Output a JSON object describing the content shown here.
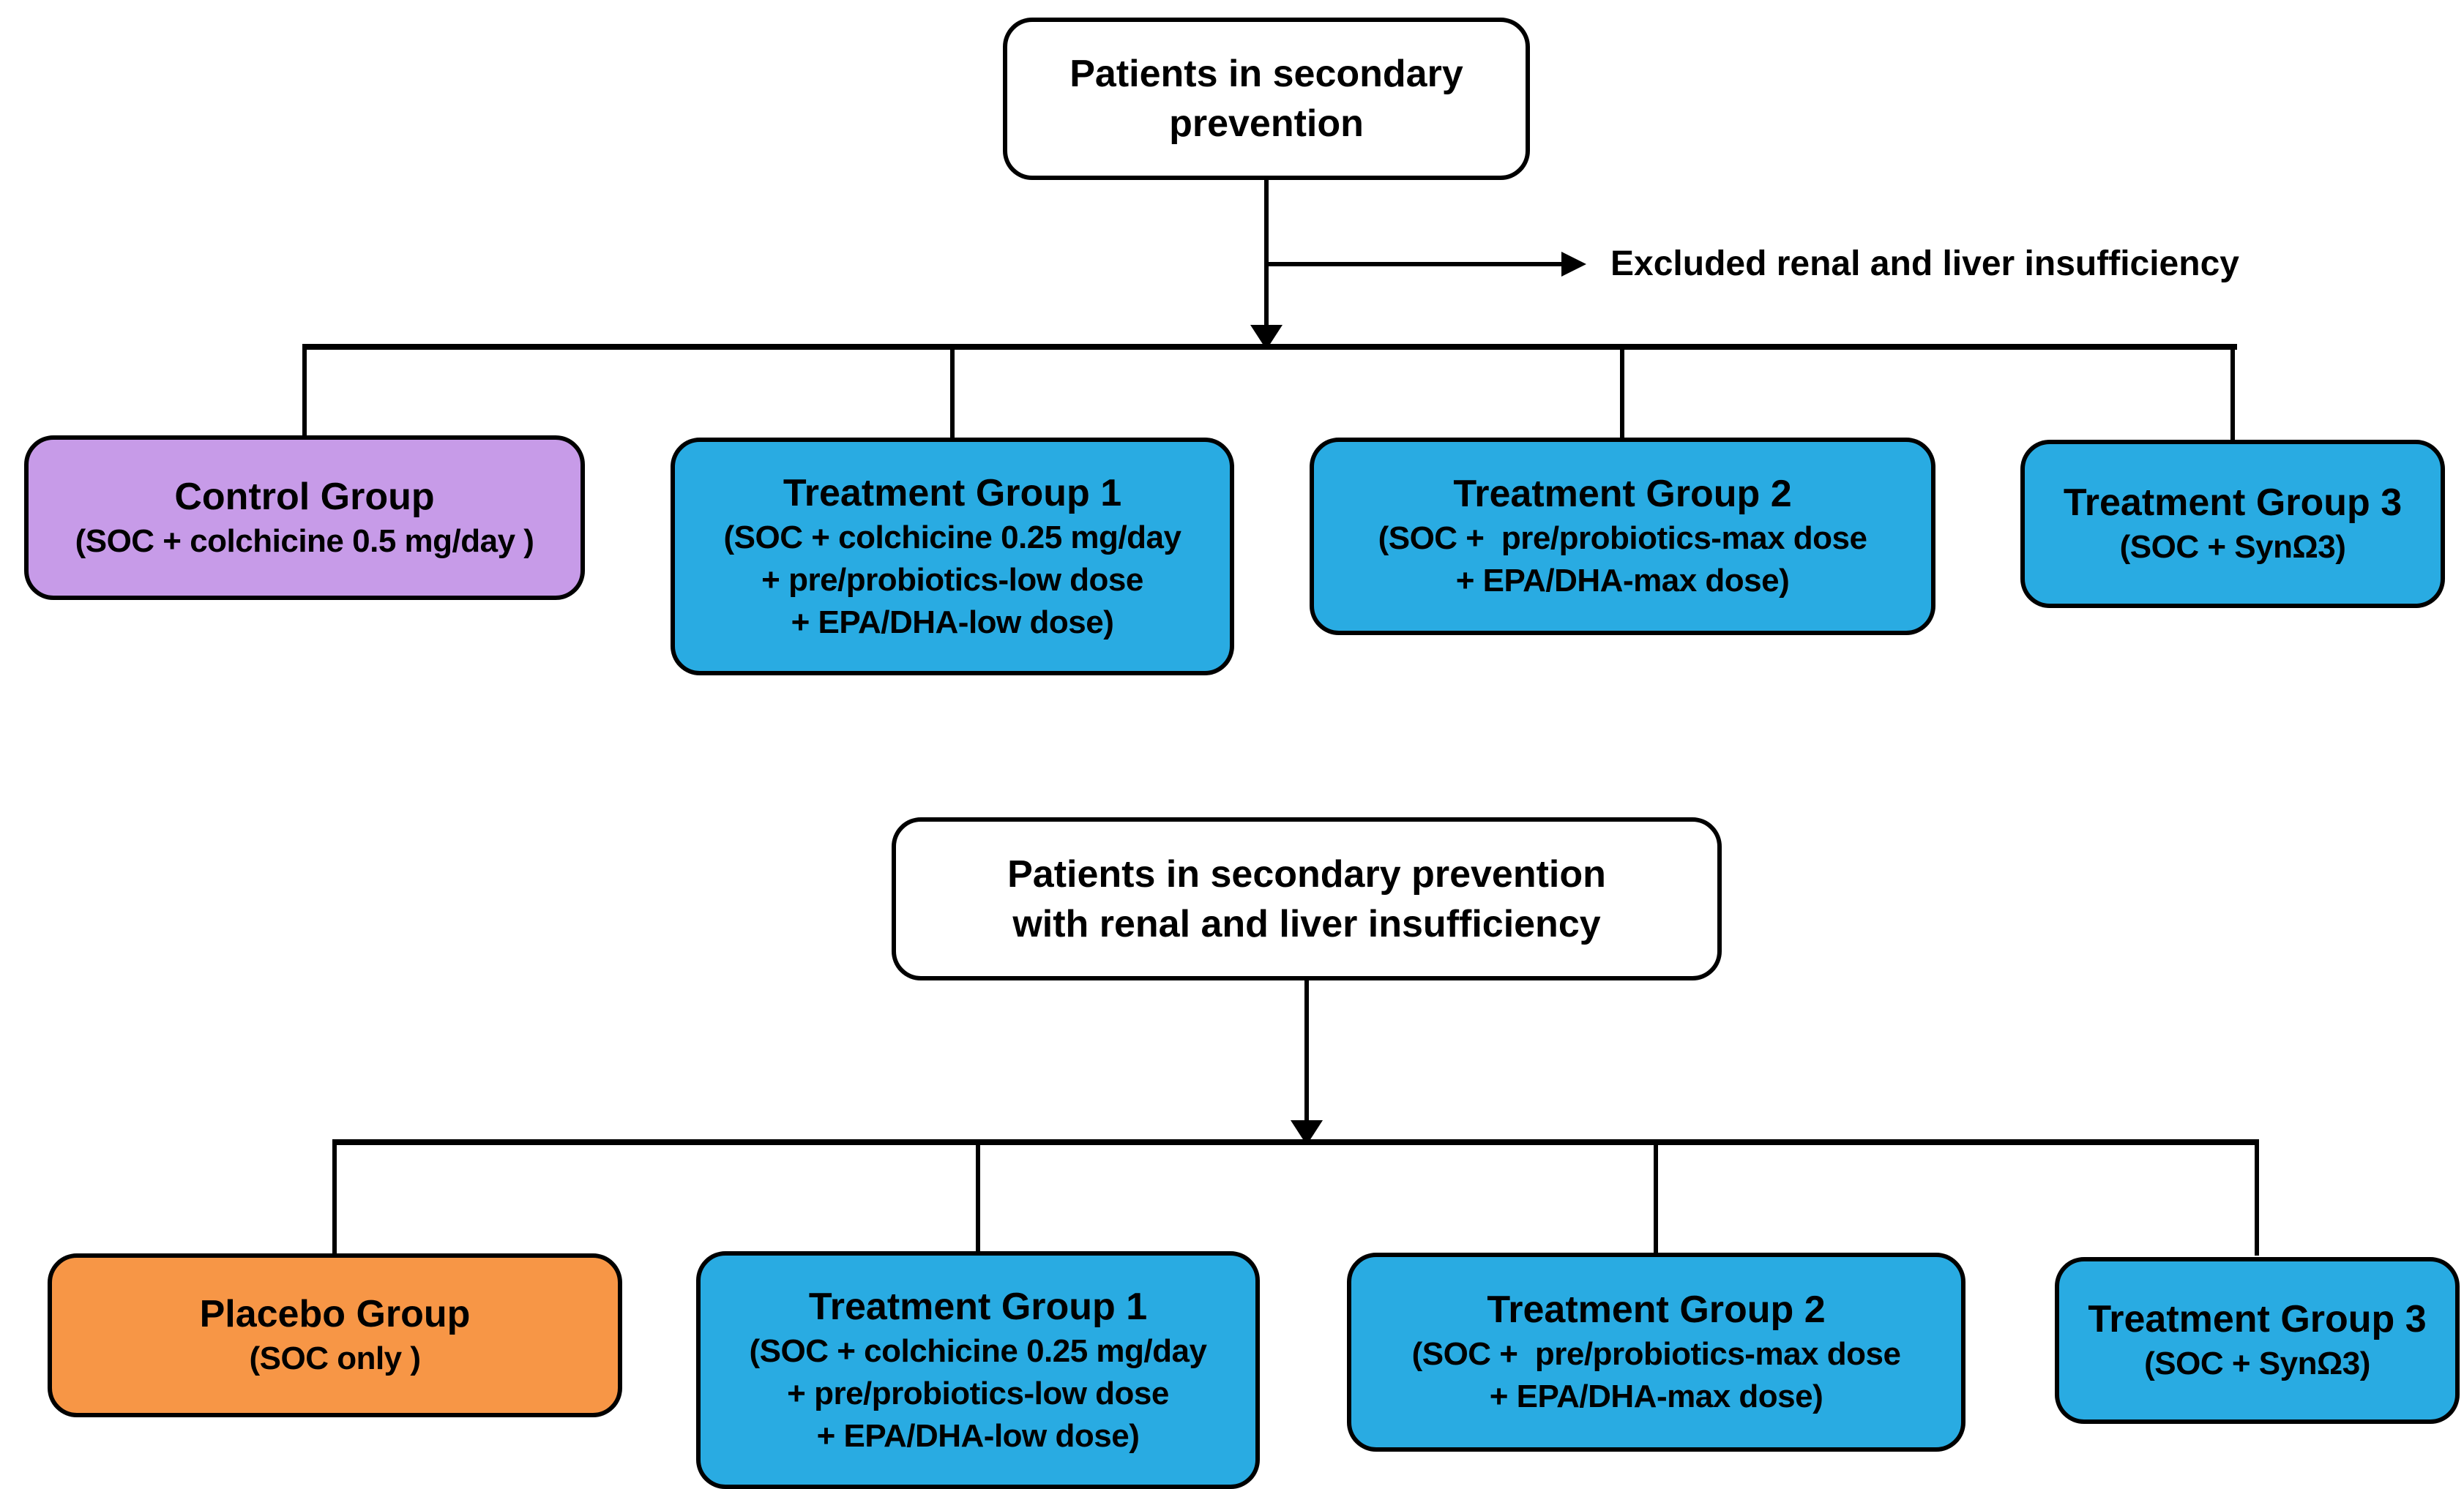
{
  "colors": {
    "group_blue": "#29ABE2",
    "control_purple": "#C79BE8",
    "placebo_orange": "#F79646",
    "root_white": "#FFFFFF",
    "line_black": "#000000"
  },
  "top_flow": {
    "root_box": {
      "text_line1": "Patients in secondary",
      "text_line2": "prevention"
    },
    "exclusion_note": "Excluded renal and liver insufficiency",
    "groups": [
      {
        "title": "Control Group",
        "detail_lines": [
          "(SOC + colchicine 0.5 mg/day )"
        ]
      },
      {
        "title": "Treatment Group 1",
        "detail_lines": [
          "(SOC + colchicine 0.25 mg/day",
          "+ pre/probiotics-low dose",
          "+ EPA/DHA-low dose)"
        ]
      },
      {
        "title": "Treatment Group 2",
        "detail_lines": [
          "(SOC +  pre/probiotics-max dose",
          "+ EPA/DHA-max dose)"
        ]
      },
      {
        "title": "Treatment Group 3",
        "detail_lines": [
          "(SOC + SynΩ3)"
        ]
      }
    ]
  },
  "bottom_flow": {
    "root_box": {
      "text_line1": "Patients in secondary prevention",
      "text_line2": "with renal and liver insufficiency"
    },
    "groups": [
      {
        "title": "Placebo Group",
        "detail_lines": [
          "(SOC only )"
        ]
      },
      {
        "title": "Treatment Group 1",
        "detail_lines": [
          "(SOC + colchicine 0.25 mg/day",
          "+ pre/probiotics-low dose",
          "+ EPA/DHA-low dose)"
        ]
      },
      {
        "title": "Treatment Group 2",
        "detail_lines": [
          "(SOC +  pre/probiotics-max dose",
          "+ EPA/DHA-max dose)"
        ]
      },
      {
        "title": "Treatment Group 3",
        "detail_lines": [
          "(SOC + SynΩ3)"
        ]
      }
    ]
  }
}
